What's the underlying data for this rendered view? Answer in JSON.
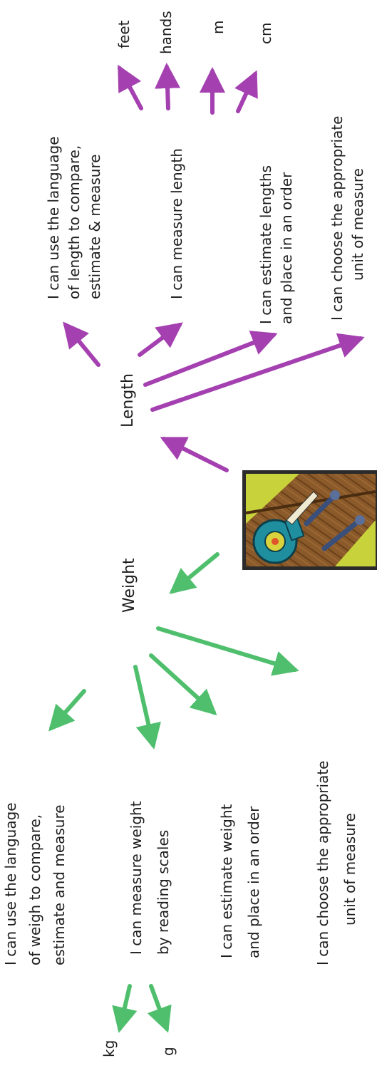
{
  "colors": {
    "length_arrow": "#a440b0",
    "weight_arrow": "#4fbf6d",
    "text": "#1e1e1e"
  },
  "length": {
    "hub": "Length",
    "statements": [
      {
        "lines": [
          "I can use the language",
          "of length to compare,",
          "estimate & measure"
        ]
      },
      {
        "lines": [
          "I can measure length"
        ]
      },
      {
        "lines": [
          "I can estimate lengths",
          "and place in an order"
        ]
      },
      {
        "lines": [
          "I can choose the appropriate",
          "unit of measure"
        ]
      }
    ],
    "units": [
      "feet",
      "hands",
      "m",
      "cm"
    ]
  },
  "weight": {
    "hub": "Weight",
    "statements": [
      {
        "lines": [
          "I can use the language",
          "of weigh to compare,",
          "estimate and measure"
        ]
      },
      {
        "lines": [
          "I can measure weight",
          "by reading scales"
        ]
      },
      {
        "lines": [
          "I can estimate weight",
          "and place in an order"
        ]
      },
      {
        "lines": [
          "I can choose the appropriate",
          "unit of measure"
        ]
      }
    ],
    "units": [
      "kg",
      "g"
    ]
  },
  "illustration": {
    "icon": "tape-measure-and-screws-icon"
  }
}
